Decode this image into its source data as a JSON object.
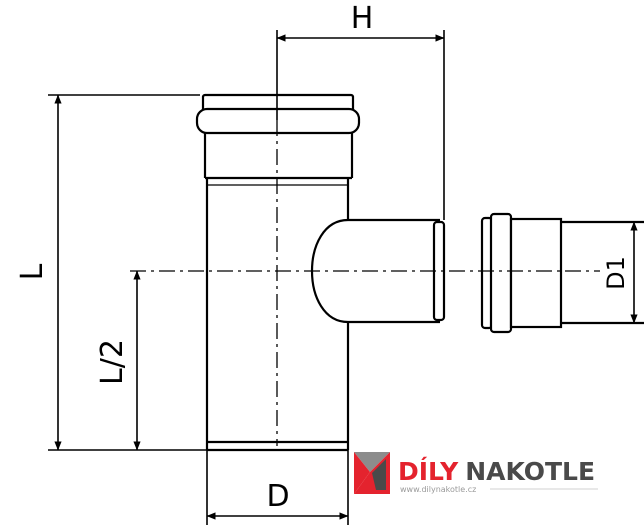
{
  "dimensions": {
    "height_label": "H",
    "length_label": "L",
    "half_length_label": "L/2",
    "diameter_label": "D",
    "branch_diameter_label": "D1"
  },
  "logo": {
    "name_part1": "DÍLY",
    "name_part2": "NA",
    "name_part3": "KOTLE",
    "url": "www.dilynakotle.cz",
    "colors": {
      "red": "#e4232e",
      "dark": "#4a4a4a",
      "grey": "#8c8c8c"
    }
  },
  "colors": {
    "line": "#000000",
    "background": "#ffffff"
  }
}
